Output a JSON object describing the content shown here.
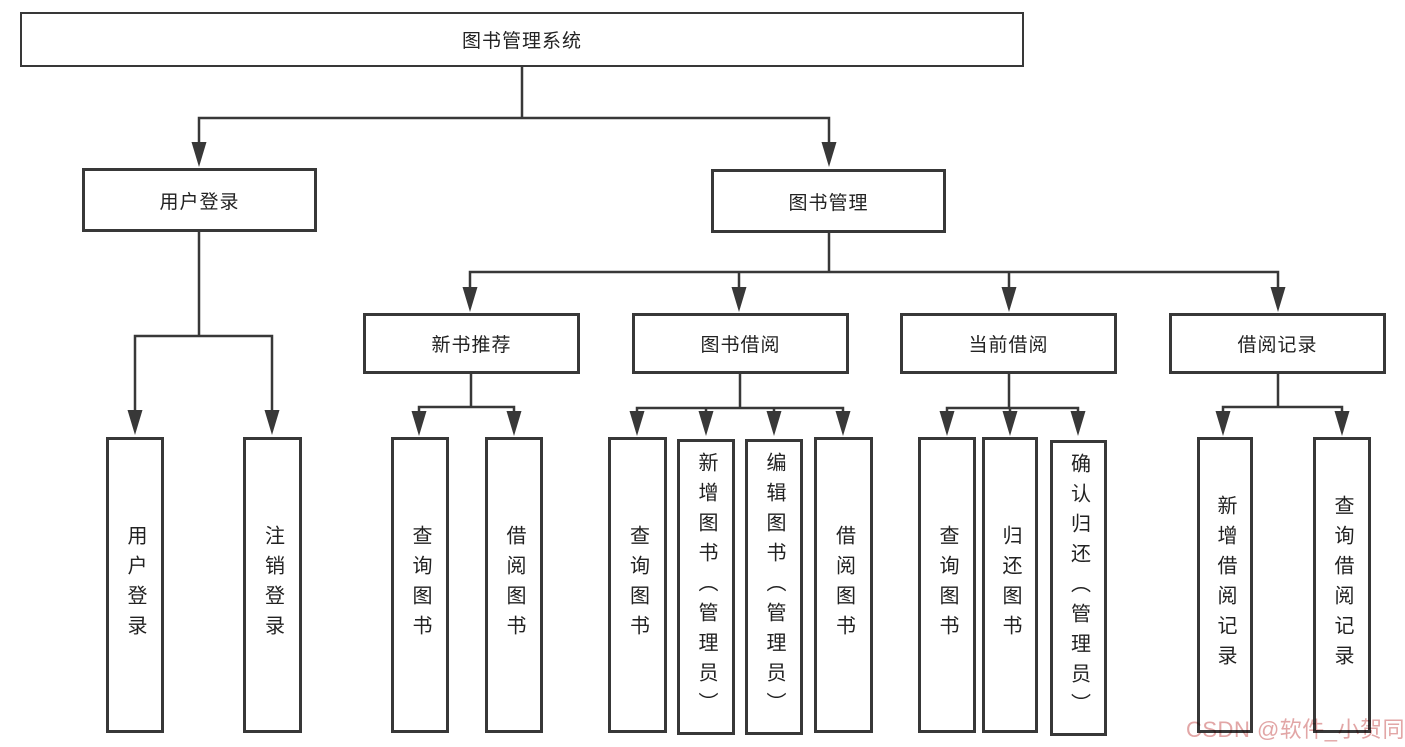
{
  "colors": {
    "line": "#383838",
    "bg": "#ffffff",
    "watermark": "#e2a6a6"
  },
  "tree": {
    "root": {
      "label": "图书管理系统"
    },
    "branches": [
      {
        "label": "用户登录",
        "leaves": [
          "用户登录",
          "注销登录"
        ]
      },
      {
        "label": "图书管理",
        "groups": [
          {
            "label": "新书推荐",
            "leaves": [
              "查询图书",
              "借阅图书"
            ]
          },
          {
            "label": "图书借阅",
            "leaves": [
              "查询图书",
              "新增图书（管理员）",
              "编辑图书（管理员）",
              "借阅图书"
            ]
          },
          {
            "label": "当前借阅",
            "leaves": [
              "查询图书",
              "归还图书",
              "确认归还（管理员）"
            ]
          },
          {
            "label": "借阅记录",
            "leaves": [
              "新增借阅记录",
              "查询借阅记录"
            ]
          }
        ]
      }
    ]
  },
  "watermark": {
    "text": "CSDN @软件_小贺同学"
  }
}
